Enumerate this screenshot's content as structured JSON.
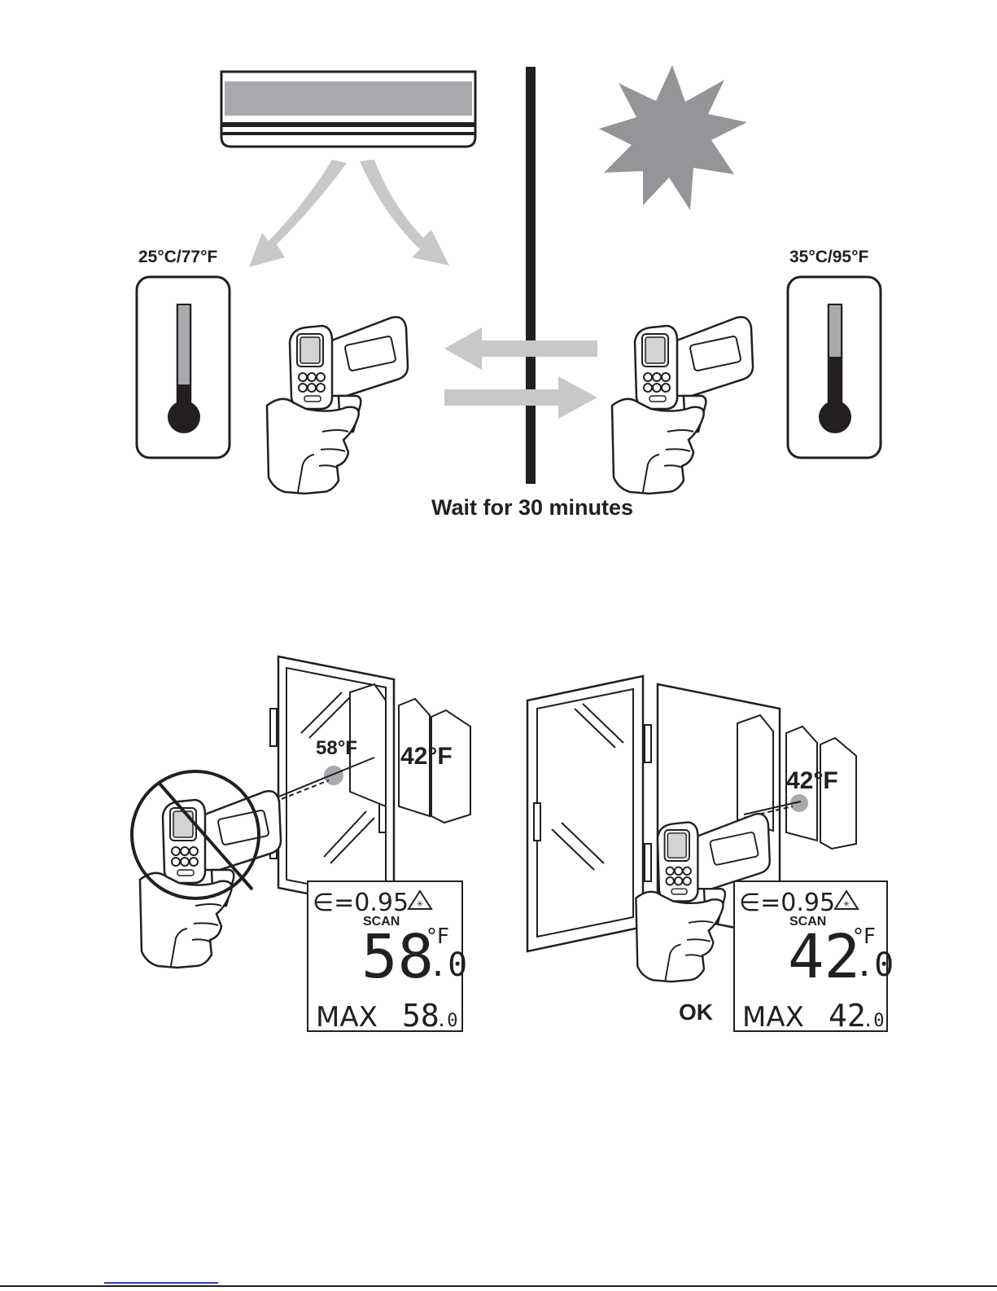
{
  "top_panel": {
    "room_temp_label": "25°C/77°F",
    "hot_temp_label": "35°C/95°F",
    "wait_caption": "Wait for 30 minutes"
  },
  "bottom_panel": {
    "wrong_case": {
      "glass_reading_label": "58°F",
      "product_reading_label": "42°F",
      "display": {
        "emissivity": "∈=0.95",
        "mode": "SCAN",
        "unit": "°F",
        "main_value": "58",
        "main_decimal": ".0",
        "max_label": "MAX",
        "max_value": "58",
        "max_decimal": ".0"
      }
    },
    "correct_case": {
      "product_reading_label": "42°F",
      "ok_label": "OK",
      "display": {
        "emissivity": "∈=0.95",
        "mode": "SCAN",
        "unit": "°F",
        "main_value": "42",
        "main_decimal": ".0",
        "max_label": "MAX",
        "max_value": "42",
        "max_decimal": ".0"
      }
    }
  },
  "colors": {
    "ink": "#231f20",
    "gray": "#a7a9ac",
    "light_gray": "#c7c8ca"
  }
}
